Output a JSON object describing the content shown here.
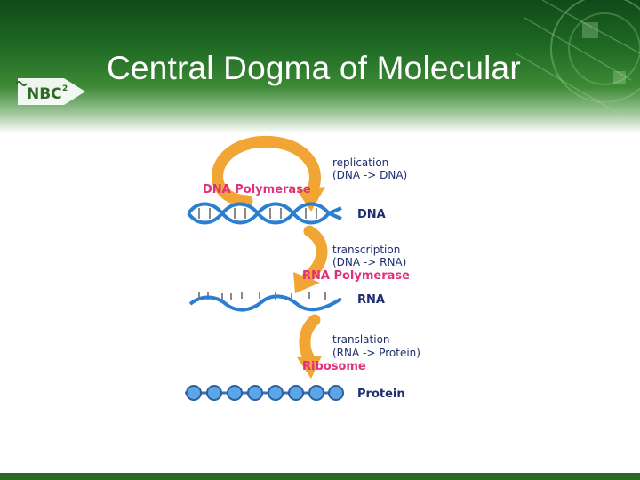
{
  "slide": {
    "title": "Central Dogma of Molecular",
    "logo_text": "NBC"
  },
  "diagram": {
    "steps": [
      {
        "process": "replication",
        "direction": "(DNA -> DNA)",
        "enzyme": "DNA Polymerase",
        "product": "DNA"
      },
      {
        "process": "transcription",
        "direction": "(DNA -> RNA)",
        "enzyme": "RNA Polymerase",
        "product": "RNA"
      },
      {
        "process": "translation",
        "direction": "(RNA -> Protein)",
        "enzyme": "Ribosome",
        "product": "Protein"
      }
    ]
  },
  "colors": {
    "header_green": "#1f6a24",
    "arrow_orange": "#f0a535",
    "enzyme_pink": "#e0307a",
    "molecule_blue": "#2c7fd0",
    "bead_blue": "#5aa6e6",
    "label_navy": "#1d2f6e"
  }
}
